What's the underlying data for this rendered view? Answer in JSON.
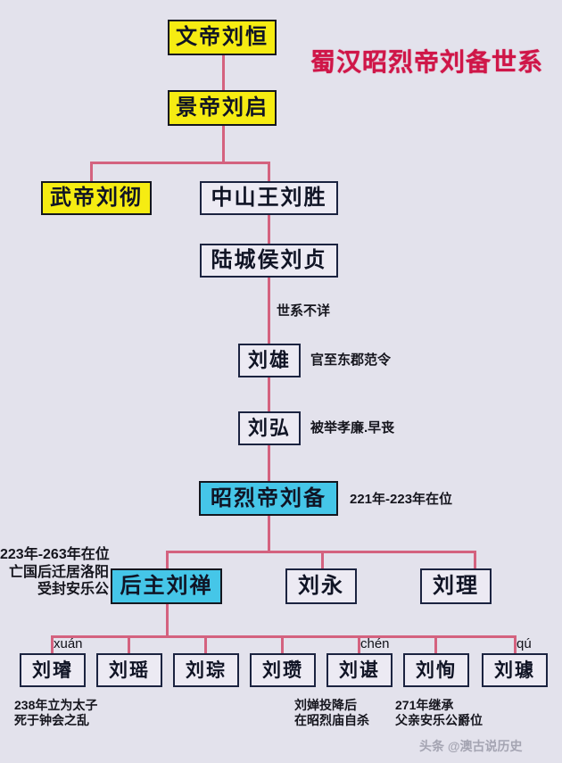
{
  "title": "蜀汉昭烈帝刘备世系",
  "watermark": "头条 @澳古说历史",
  "colors": {
    "background": "#e3e2ec",
    "line": "#d4627f",
    "emperor_highlight": "#f6ec12",
    "shu_highlight": "#45c6e8",
    "box_border": "#1b2340",
    "title_color": "#cf1648"
  },
  "nodes": {
    "wendi": {
      "label": "文帝刘恒",
      "style": "yellow"
    },
    "jingdi": {
      "label": "景帝刘启",
      "style": "yellow"
    },
    "wudi": {
      "label": "武帝刘彻",
      "style": "yellow"
    },
    "zhongshanwang": {
      "label": "中山王刘胜",
      "style": "plain"
    },
    "luchenghou": {
      "label": "陆城侯刘贞",
      "style": "plain"
    },
    "liuxiong": {
      "label": "刘雄",
      "style": "plain"
    },
    "liuhong": {
      "label": "刘弘",
      "style": "plain"
    },
    "liubei": {
      "label": "昭烈帝刘备",
      "style": "cyan"
    },
    "liushan": {
      "label": "后主刘禅",
      "style": "cyan"
    },
    "liuyong": {
      "label": "刘永",
      "style": "plain"
    },
    "liuli": {
      "label": "刘理",
      "style": "plain"
    }
  },
  "grandsons": [
    {
      "label": "刘璿",
      "pinyin": "xuán"
    },
    {
      "label": "刘瑶",
      "pinyin": ""
    },
    {
      "label": "刘琮",
      "pinyin": ""
    },
    {
      "label": "刘瓒",
      "pinyin": ""
    },
    {
      "label": "刘谌",
      "pinyin": "chén"
    },
    {
      "label": "刘恂",
      "pinyin": ""
    },
    {
      "label": "刘璩",
      "pinyin": "qú"
    }
  ],
  "annotations": {
    "unknown_lineage": "世系不详",
    "liuxiong_note": "官至东郡范令",
    "liuhong_note": "被举孝廉.早丧",
    "liubei_reign": "221年-223年在位",
    "liushan_note": "223年-263年在位\n亡国后迁居洛阳\n受封安乐公",
    "liuxuan_note": "238年立为太子\n死于钟会之乱",
    "liuchen_note": "刘婵投降后\n在昭烈庙自杀",
    "liuqu_note": "271年继承\n父亲安乐公爵位"
  }
}
